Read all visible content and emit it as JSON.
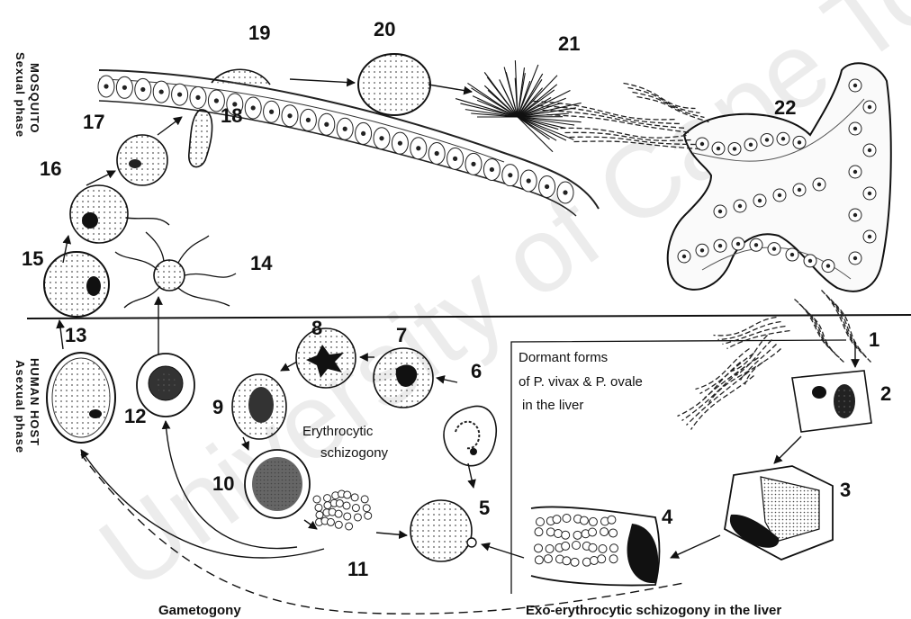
{
  "watermark": "University of Cape Town",
  "side_labels": {
    "mosquito_line1": "MOSQUITO",
    "mosquito_line2": "Sexual phase",
    "human_line1": "HUMAN HOST",
    "human_line2": "Asexual phase"
  },
  "stage_numbers": [
    "1",
    "2",
    "3",
    "4",
    "5",
    "6",
    "7",
    "8",
    "9",
    "10",
    "11",
    "12",
    "13",
    "14",
    "15",
    "16",
    "17",
    "18",
    "19",
    "20",
    "21",
    "22"
  ],
  "labels": {
    "dormant_line1": "Dormant forms",
    "dormant_line2": "of P. vivax & P. ovale",
    "dormant_line3": "in the liver",
    "erythro_line1": "Erythrocytic",
    "erythro_line2": "schizogony",
    "gametogony": "Gametogony",
    "exo": "Exo-erythrocytic schizogony in the liver"
  }
}
